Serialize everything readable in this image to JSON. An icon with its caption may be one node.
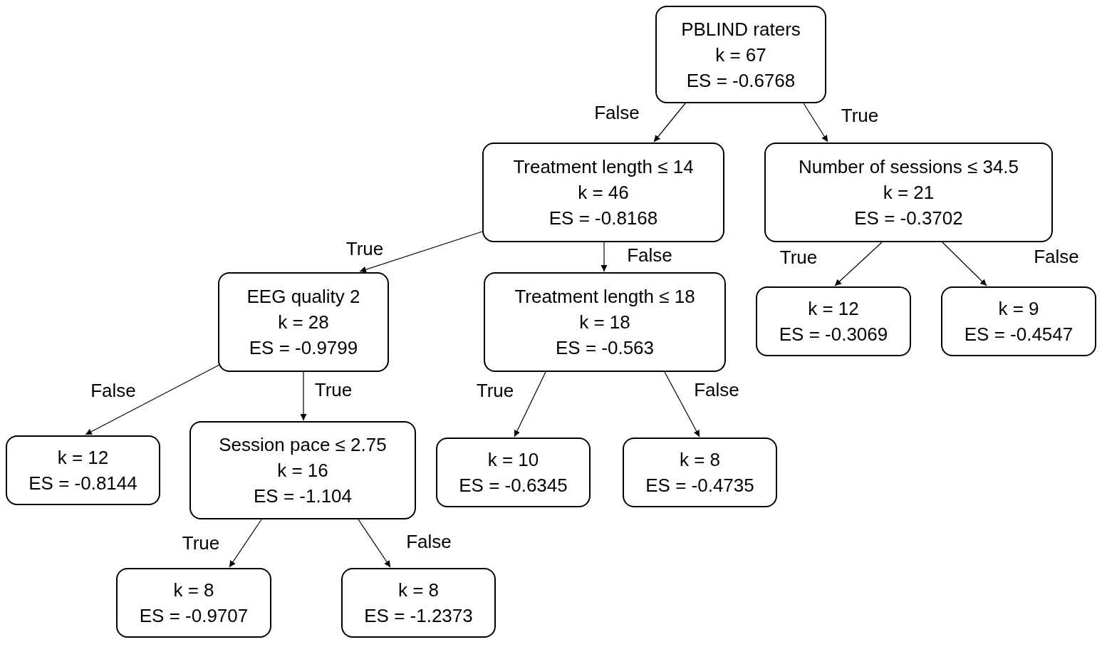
{
  "diagram": {
    "nodes": [
      {
        "text": [
          "PBLIND raters",
          "k = 67",
          "ES = -0.6768"
        ]
      },
      {
        "text": [
          "Treatment length ≤ 14",
          "k = 46",
          "ES = -0.8168"
        ]
      },
      {
        "text": [
          "Number of sessions ≤ 34.5",
          "k = 21",
          "ES = -0.3702"
        ]
      },
      {
        "text": [
          "EEG quality 2",
          "k = 28",
          "ES = -0.9799"
        ]
      },
      {
        "text": [
          "Treatment length ≤ 18",
          "k = 18",
          "ES = -0.563"
        ]
      },
      {
        "text": [
          "k = 12",
          "ES = -0.3069"
        ]
      },
      {
        "text": [
          "k = 9",
          "ES = -0.4547"
        ]
      },
      {
        "text": [
          "k = 12",
          "ES = -0.8144"
        ]
      },
      {
        "text": [
          "Session pace ≤ 2.75",
          "k = 16",
          "ES = -1.104"
        ]
      },
      {
        "text": [
          "k = 10",
          "ES = -0.6345"
        ]
      },
      {
        "text": [
          "k = 8",
          "ES = -0.4735"
        ]
      },
      {
        "text": [
          "k = 8",
          "ES = -0.9707"
        ]
      },
      {
        "text": [
          "k = 8",
          "ES = -1.2373"
        ]
      }
    ],
    "edges": [
      {
        "from": 0,
        "to": 1,
        "arrow": "to",
        "label": "False"
      },
      {
        "from": 0,
        "to": 2,
        "arrow": "to",
        "label": "True"
      },
      {
        "from": 1,
        "to": 3,
        "arrow": "to",
        "label": "True"
      },
      {
        "from": 1,
        "to": 4,
        "arrow": "to",
        "label": "False"
      },
      {
        "from": 2,
        "to": 5,
        "arrow": "to",
        "label": "True"
      },
      {
        "from": 2,
        "to": 6,
        "arrow": "to",
        "label": "False"
      },
      {
        "from": 3,
        "to": 7,
        "arrow": "to",
        "label": "False"
      },
      {
        "from": 3,
        "to": 8,
        "arrow": "to",
        "label": "True"
      },
      {
        "from": 4,
        "to": 9,
        "arrow": "to",
        "label": "True"
      },
      {
        "from": 4,
        "to": 10,
        "arrow": "to",
        "label": "False"
      },
      {
        "from": 8,
        "to": 11,
        "arrow": "to",
        "label": "True"
      },
      {
        "from": 8,
        "to": 12,
        "arrow": "to",
        "label": "False"
      }
    ]
  }
}
